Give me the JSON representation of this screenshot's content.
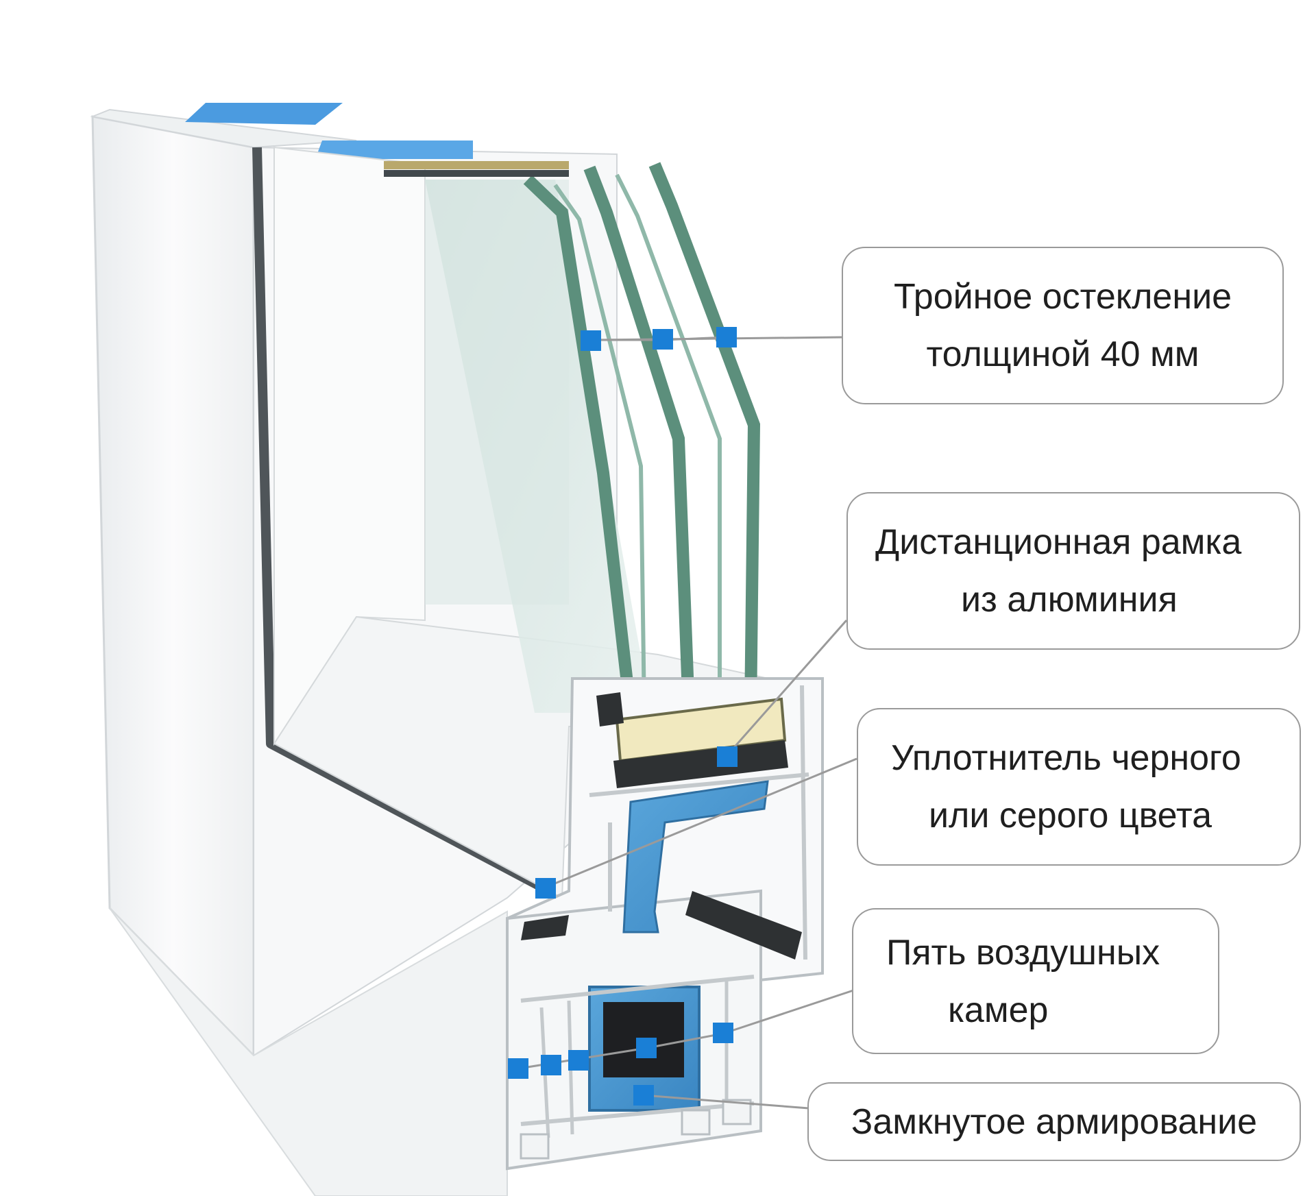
{
  "diagram": {
    "subject": "PVC window profile cross-section with triple glazing",
    "colors": {
      "marker": "#1a7fd6",
      "reinforcement": "#4d9ad1",
      "glass": "#6f9c8a",
      "gasket": "#2c2f31",
      "frame": "#f4f5f6",
      "leader_line": "#9a9a9a"
    }
  },
  "callouts": {
    "glazing": {
      "line1": "Тройное остекление",
      "line2": "толщиной 40 мм"
    },
    "spacer": {
      "line1": "Дистанционная рамка",
      "line2": "из алюминия"
    },
    "seal": {
      "line1": "Уплотнитель черного",
      "line2": "или серого цвета"
    },
    "chambers": {
      "line1": "Пять воздушных",
      "line2": "камер"
    },
    "reinforcement": {
      "line1": "Замкнутое армирование"
    }
  }
}
